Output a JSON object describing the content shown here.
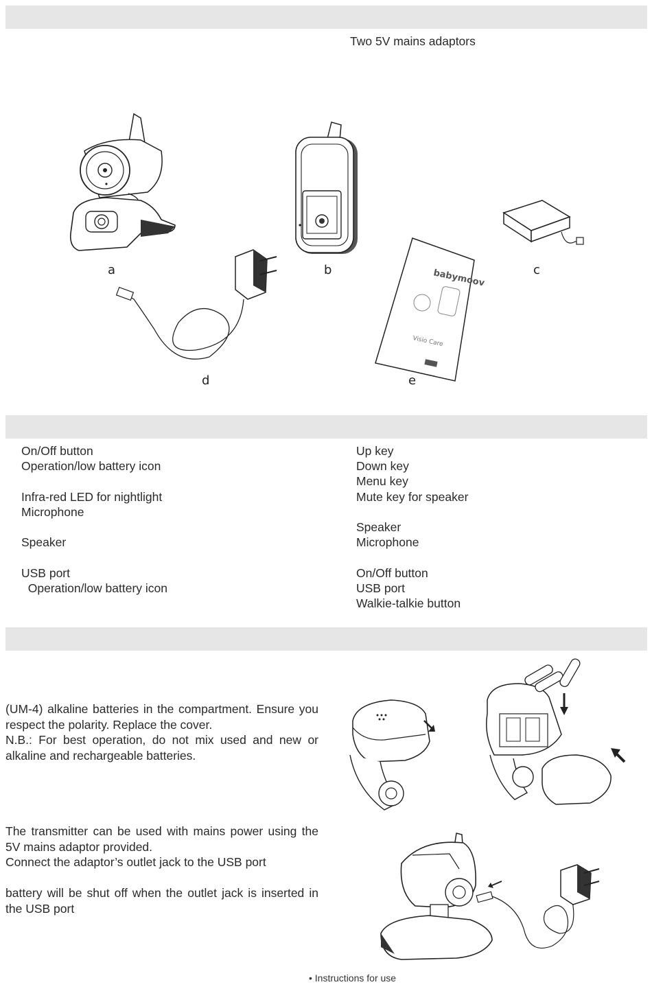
{
  "contents": {
    "adaptors_text": "Two 5V mains adaptors",
    "labels": {
      "a": "a",
      "b": "b",
      "c": "c",
      "d": "d",
      "e": "e"
    },
    "manual_brand": "babymoov",
    "manual_title": "Visio Care"
  },
  "description": {
    "left_lines": [
      "On/Off button",
      "Operation/low battery icon",
      "",
      "Infra-red LED for nightlight",
      "Microphone",
      "",
      "Speaker",
      "",
      "USB port",
      "  Operation/low battery icon"
    ],
    "right_lines": [
      "Up key",
      "Down key",
      "Menu key",
      "Mute key for speaker",
      "",
      "Speaker",
      "Microphone",
      "",
      "On/Off button",
      "USB port",
      "Walkie-talkie button"
    ]
  },
  "installation": {
    "battery_para": [
      "(UM-4) alkaline batteries in the compartment. Ensure you respect the polarity. Replace the cover.",
      "N.B.: For best operation, do not mix used and new or alkaline and rechargeable batteries."
    ],
    "mains_para": [
      "The transmitter can be used with mains power using the 5V mains adaptor provided.",
      "Connect the adaptor’s outlet jack to the USB port",
      "",
      "battery will be shut off when the outlet jack is inserted in the USB port"
    ]
  },
  "footer": {
    "text": "• Instructions for use"
  }
}
